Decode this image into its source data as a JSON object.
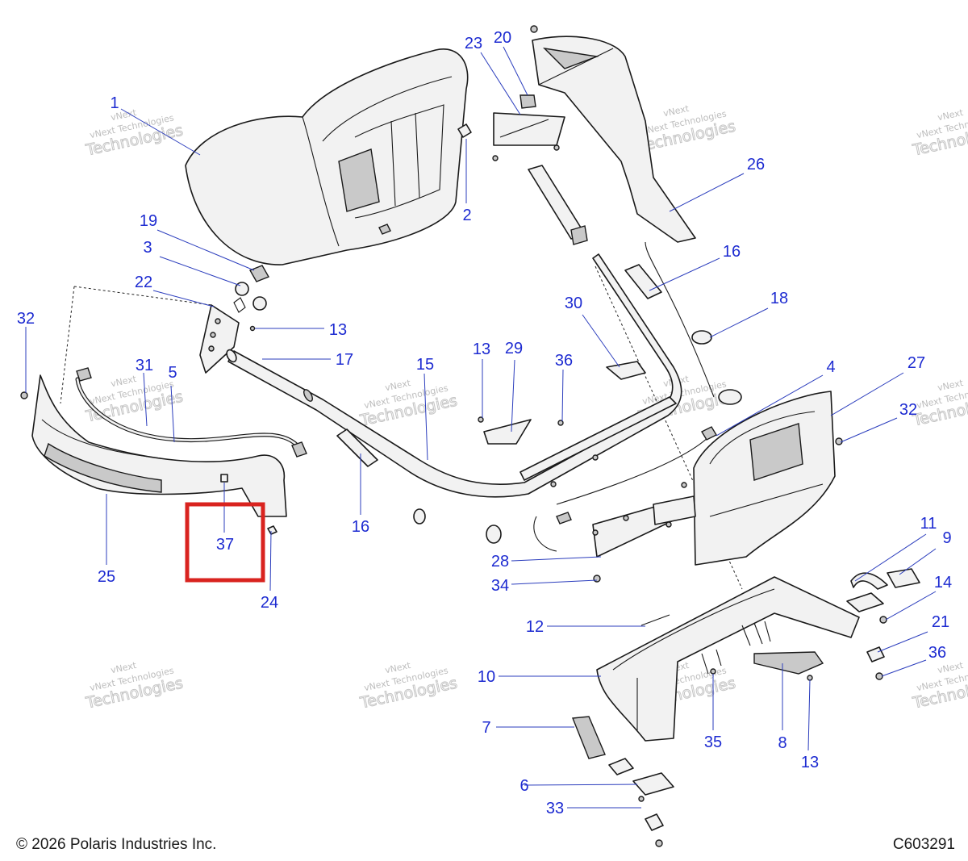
{
  "callouts": [
    "1",
    "2",
    "3",
    "4",
    "5",
    "6",
    "7",
    "8",
    "9",
    "10",
    "11",
    "12",
    "13",
    "13",
    "13",
    "14",
    "15",
    "16",
    "16",
    "17",
    "18",
    "19",
    "20",
    "21",
    "22",
    "23",
    "24",
    "25",
    "26",
    "27",
    "28",
    "29",
    "30",
    "31",
    "32",
    "32",
    "33",
    "34",
    "35",
    "36",
    "36",
    "37"
  ],
  "highlighted_callout": "37",
  "watermark": {
    "line1": "vNext",
    "line2": "vNext Technologies",
    "line3": "Technologies"
  },
  "footer": {
    "copyright": "© 2026 Polaris Industries Inc.",
    "drawing_number": "C603291"
  },
  "colors": {
    "callout_text": "#1d2bd1",
    "leader_line": "#2b3dbd",
    "highlight_box": "#d9231f",
    "part_fill": "#f2f2f2"
  }
}
